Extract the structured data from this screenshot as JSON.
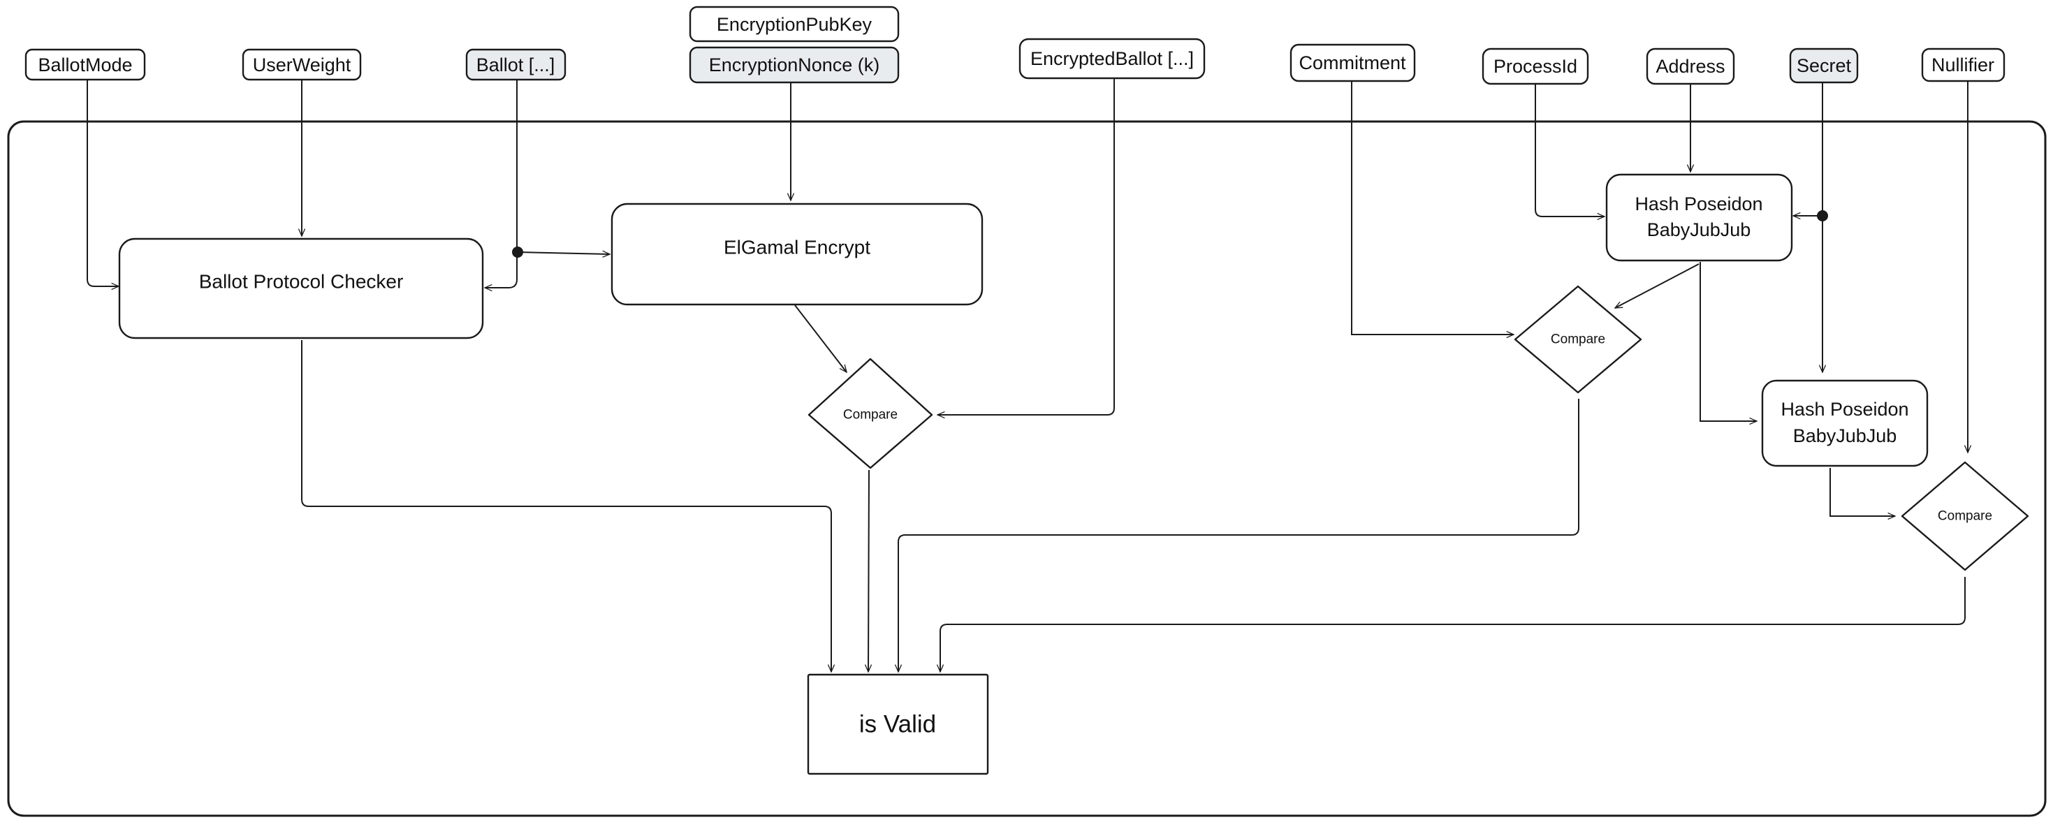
{
  "inputs": {
    "ballot_mode": "BallotMode",
    "user_weight": "UserWeight",
    "ballot": "Ballot [...]",
    "encryption_pub_key": "EncryptionPubKey",
    "encryption_nonce": "EncryptionNonce (k)",
    "encrypted_ballot": "EncryptedBallot [...]",
    "commitment": "Commitment",
    "process_id": "ProcessId",
    "address": "Address",
    "secret": "Secret",
    "nullifier": "Nullifier"
  },
  "blocks": {
    "ballot_protocol_checker": "Ballot Protocol Checker",
    "elgamal_encrypt": "ElGamal Encrypt",
    "hash_1_line1": "Hash Poseidon",
    "hash_1_line2": "BabyJubJub",
    "hash_2_line1": "Hash Poseidon",
    "hash_2_line2": "BabyJubJub"
  },
  "comparators": {
    "compare_ballot": "Compare",
    "compare_commitment": "Compare",
    "compare_nullifier": "Compare"
  },
  "output": {
    "is_valid": "is Valid"
  },
  "colors": {
    "stroke": "#1a1a1a",
    "highlight_fill": "#e9ecef",
    "box_fill": "#ffffff"
  }
}
